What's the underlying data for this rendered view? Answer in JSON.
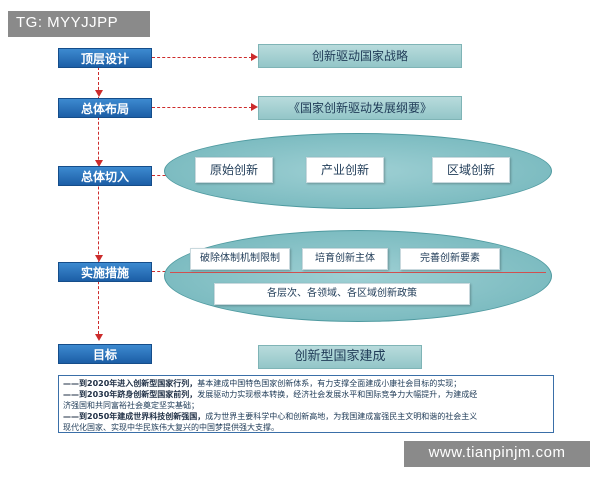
{
  "watermark_top": "TG: MYYJJPP",
  "watermark_bottom": "www.tianpinjm.com",
  "left_labels": [
    "顶层设计",
    "总体布局",
    "总体切入",
    "实施措施",
    "目标"
  ],
  "right_boxes": {
    "strategy": "创新驱动国家战略",
    "outline": "《国家创新驱动发展纲要》",
    "goal": "创新型国家建成"
  },
  "ellipse1_items": [
    "原始创新",
    "产业创新",
    "区域创新"
  ],
  "ellipse2_items": [
    "破除体制机制限制",
    "培育创新主体",
    "完善创新要素"
  ],
  "ellipse2_bottom": "各层次、各领域、各区域创新政策",
  "notes": [
    {
      "bold": "——到2020年进入创新型国家行列，",
      "text": "基本建成中国特色国家创新体系，有力支撑全面建成小康社会目标的实现；"
    },
    {
      "bold": "——到2030年跻身创新型国家前列，",
      "text": "发展驱动力实现根本转换，经济社会发展水平和国际竞争力大幅提升，为建成经"
    },
    {
      "bold": "",
      "text": "济强国和共同富裕社会奠定坚实基础；"
    },
    {
      "bold": "——到2050年建成世界科技创新强国，",
      "text": "成为世界主要科学中心和创新高地，为我国建成富强民主文明和谐的社会主义"
    },
    {
      "bold": "",
      "text": "现代化国家、实现中华民族伟大复兴的中国梦提供强大支撑。"
    }
  ]
}
